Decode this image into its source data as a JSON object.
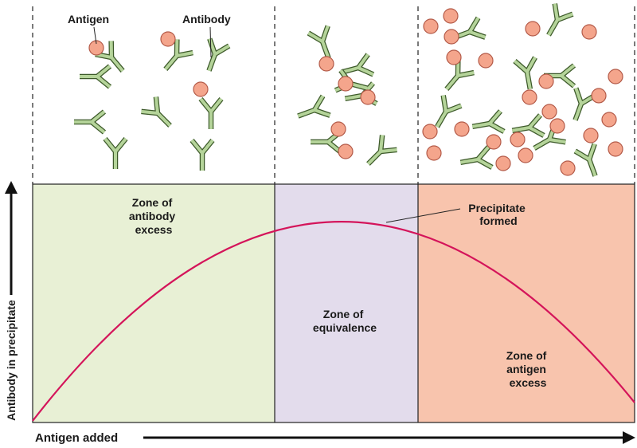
{
  "labels": {
    "antigen": "Antigen",
    "antibody": "Antibody",
    "precipitate": [
      "Precipitate",
      "formed"
    ],
    "zone_antibody_excess": [
      "Zone of",
      "antibody",
      "excess"
    ],
    "zone_equivalence": [
      "Zone of",
      "equivalence"
    ],
    "zone_antigen_excess": [
      "Zone of",
      "antigen",
      "excess"
    ],
    "x_axis": "Antigen added",
    "y_axis": "Antibody in precipitate"
  },
  "colors": {
    "antibody_excess_zone": "#e8f0d5",
    "equivalence_zone": "#e3dcec",
    "antigen_excess_zone": "#f8c4ad",
    "curve": "#d4145a",
    "antibody_fill": "#b5d49a",
    "antibody_stroke": "#3d5a2a",
    "antigen_fill": "#f4a58c",
    "antigen_stroke": "#b35a48"
  }
}
